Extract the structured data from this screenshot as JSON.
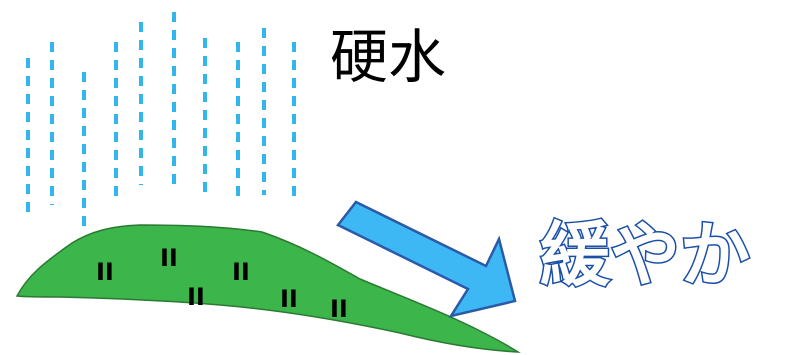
{
  "diagram": {
    "title": "硬水",
    "result_label": "緩やか",
    "hill_marker": "II",
    "colors": {
      "rain": "#33b5ee",
      "hill_fill": "#3cb54a",
      "hill_outline": "#2a7a33",
      "arrow_fill": "#3db8f5",
      "arrow_outline": "#2a5aa8",
      "result_outline": "#1a4fa8",
      "marker": "#000000"
    },
    "icons": {
      "rain": "rain-drops-icon",
      "hill": "hill-icon",
      "arrow": "arrow-down-right-icon"
    }
  }
}
